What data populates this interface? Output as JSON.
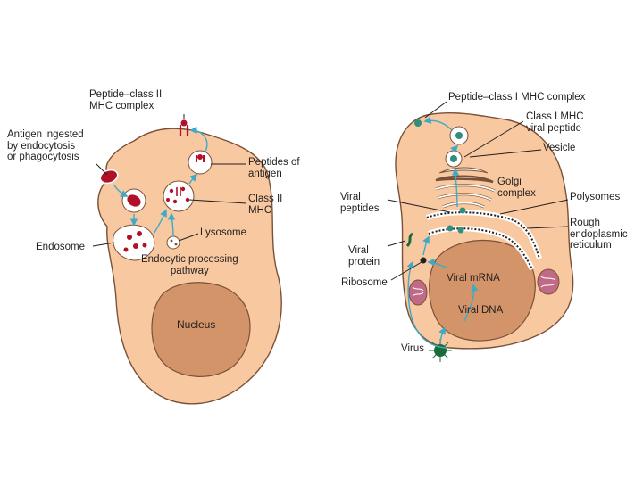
{
  "left_cell": {
    "labels": {
      "peptide_class2_complex": [
        "Peptide–class II",
        "MHC complex"
      ],
      "antigen_ingested": [
        "Antigen ingested",
        "by endocytosis",
        "or phagocytosis"
      ],
      "peptides_of_antigen": [
        "Peptides of",
        "antigen"
      ],
      "class2_mhc": [
        "Class II",
        "MHC"
      ],
      "lysosome": "Lysosome",
      "endosome": "Endosome",
      "endocytic_pathway": [
        "Endocytic processing",
        "pathway"
      ],
      "nucleus": "Nucleus"
    }
  },
  "right_cell": {
    "labels": {
      "peptide_class1_complex": "Peptide–class I MHC complex",
      "class1_viral_peptide": [
        "Class I MHC",
        "viral peptide"
      ],
      "vesicle": "Vesicle",
      "golgi": [
        "Golgi",
        "complex"
      ],
      "viral_peptides": [
        "Viral",
        "peptides"
      ],
      "polysomes": "Polysomes",
      "rough_er": [
        "Rough",
        "endoplasmic",
        "reticulum"
      ],
      "viral_protein": [
        "Viral",
        "protein"
      ],
      "ribosome": "Ribosome",
      "viral_mrna": "Viral mRNA",
      "viral_dna": "Viral DNA",
      "virus": "Virus"
    }
  },
  "colors": {
    "cytoplasm": "#f8c9a0",
    "nucleus": "#d49469",
    "outline": "#7a5038",
    "arrow": "#3fa9c9",
    "antigen_red": "#b01028",
    "mhc_teal": "#2f8f7c",
    "mitochondria": "#c06a88",
    "virus_green": "#1a6b3a",
    "text": "#231f20"
  }
}
